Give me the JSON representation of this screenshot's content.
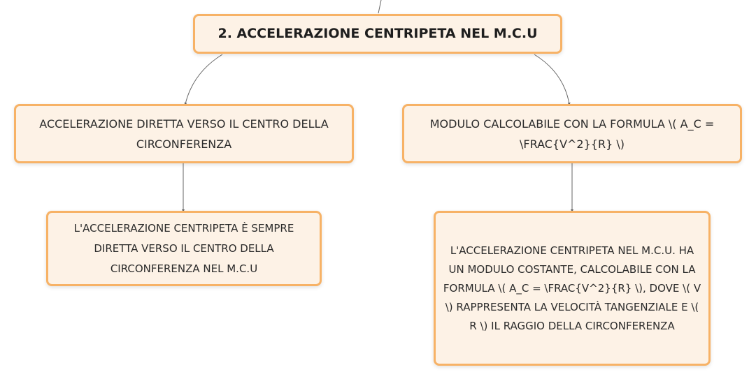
{
  "diagram": {
    "root": {
      "label": "2. ACCELERAZIONE CENTRIPETA NEL M.C.U"
    },
    "branches": [
      {
        "label": "ACCELERAZIONE DIRETTA VERSO IL CENTRO DELLA CIRCONFERENZA",
        "child": {
          "label": "L'ACCELERAZIONE CENTRIPETA È SEMPRE DIRETTA VERSO IL CENTRO DELLA CIRCONFERENZA NEL M.C.U"
        }
      },
      {
        "label": "MODULO CALCOLABILE CON LA FORMULA \\( A_C = \\FRAC{V^2}{R} \\)",
        "child": {
          "label": "L'ACCELERAZIONE CENTRIPETA NEL M.C.U. HA UN MODULO COSTANTE, CALCOLABILE CON LA FORMULA \\( A_C = \\FRAC{V^2}{R} \\), DOVE \\( V \\) RAPPRESENTA LA VELOCITÀ TANGENZIALE E \\( R \\) IL RAGGIO DELLA CIRCONFERENZA"
        }
      }
    ],
    "colors": {
      "node_fill": "#fdf2e6",
      "node_border": "#f7b266",
      "connector": "#666666",
      "text": "#2b2b2b"
    }
  }
}
